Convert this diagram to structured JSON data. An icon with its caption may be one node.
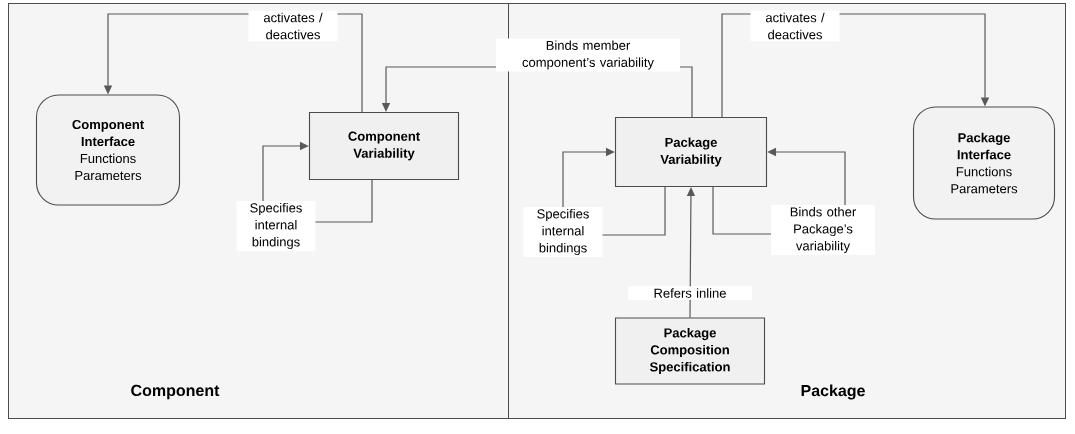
{
  "diagram": {
    "nodes": [
      {
        "text": [
          "Component"
        ]
      },
      {
        "text": [
          "Component Interface",
          "Functions",
          "Parameters"
        ],
        "in": 0
      },
      {
        "text": [
          "Component Variability"
        ],
        "in": 0
      },
      {
        "text": [
          "Package"
        ]
      },
      {
        "text": [
          "Package Variability"
        ],
        "in": 3
      },
      {
        "text": [
          "Package Interface",
          "Functions",
          "Parameters"
        ],
        "in": 3
      },
      {
        "text": [
          "Package Composition Specification"
        ],
        "in": 3
      }
    ],
    "edges": [
      {
        "from": 2,
        "to": 1,
        "arrow": "to",
        "label": "activates / deactives"
      },
      {
        "from": 2,
        "to": 2,
        "arrow": "to",
        "label": "Specifies internal bindings"
      },
      {
        "from": 4,
        "to": 2,
        "arrow": "to",
        "label": "Binds member component’s variability"
      },
      {
        "from": 4,
        "to": 5,
        "arrow": "to",
        "label": "activates / deactives"
      },
      {
        "from": 4,
        "to": 4,
        "arrow": "to",
        "label": "Specifies internal bindings"
      },
      {
        "from": 4,
        "to": 4,
        "arrow": "to",
        "label": "Binds other Package’s variability"
      },
      {
        "from": 6,
        "to": 4,
        "arrow": "to",
        "label": "Refers inline"
      }
    ]
  }
}
